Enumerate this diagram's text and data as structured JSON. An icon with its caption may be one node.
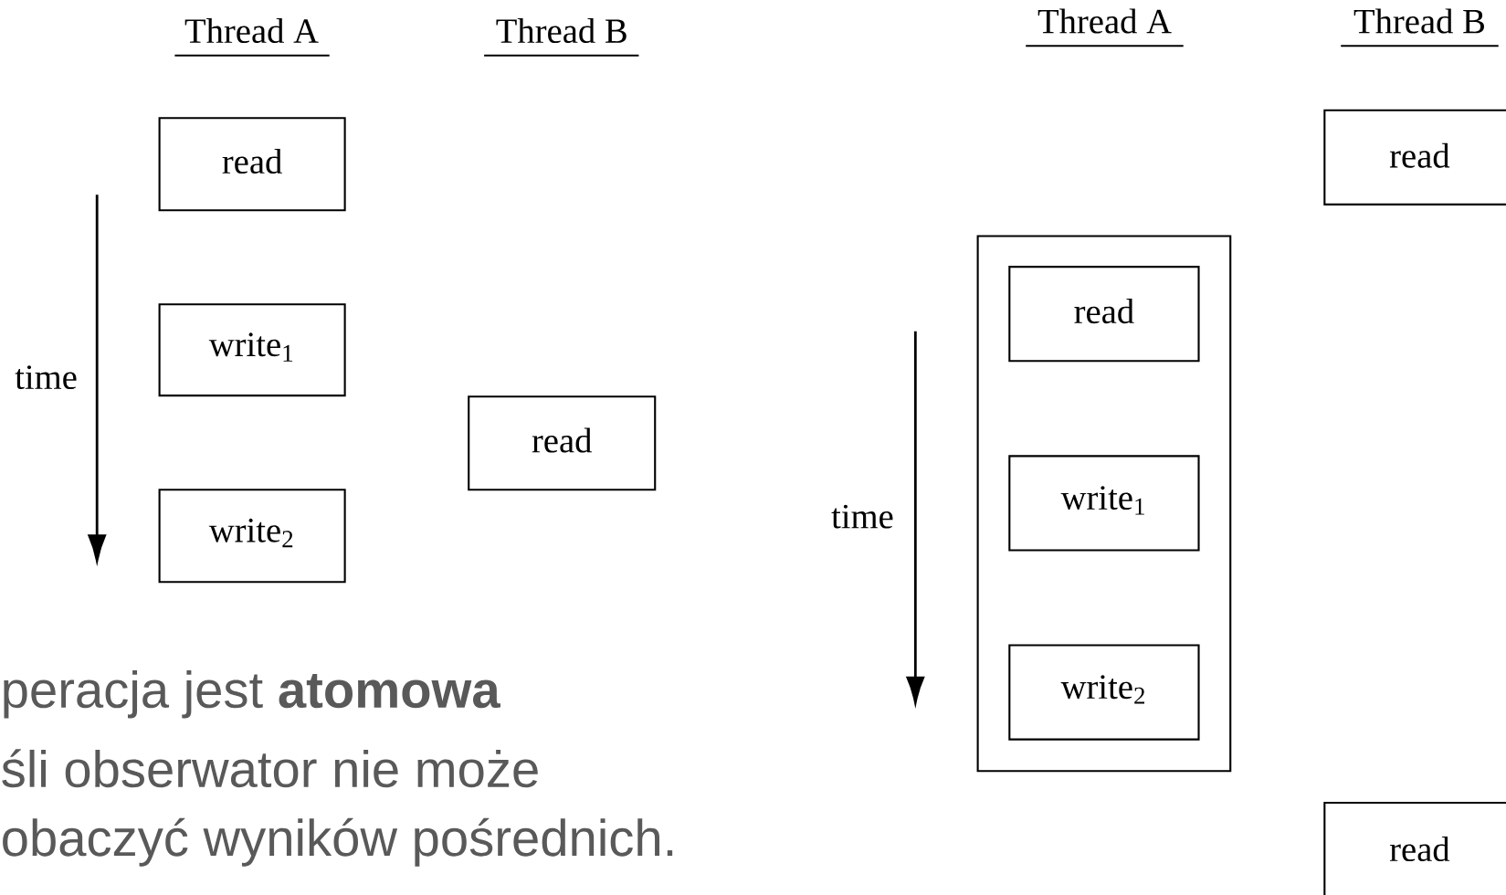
{
  "diagram": {
    "nodes": [
      {
        "text": [
          "read"
        ]
      },
      {
        "text": [
          "write$_{1}$"
        ]
      },
      {
        "text": [
          "write$_{2}$"
        ]
      },
      {
        "text": [
          "read"
        ]
      },
      {
        "text": [],
        "shape": "box"
      },
      {
        "text": [
          "read"
        ],
        "in": 4
      },
      {
        "text": [
          "write$_{1}$"
        ],
        "in": 4
      },
      {
        "text": [
          "write$_{2}$"
        ],
        "in": 4
      },
      {
        "text": [
          "read"
        ]
      },
      {
        "text": [
          "read"
        ]
      }
    ],
    "edges": [],
    "labels": [
      "Thread A",
      "Thread B",
      "time",
      "peracja jest **atomowa**",
      "śli obserwator nie może",
      "obaczyć wyników pośrednich.",
      "Thread A",
      "Thread B",
      "time"
    ]
  }
}
